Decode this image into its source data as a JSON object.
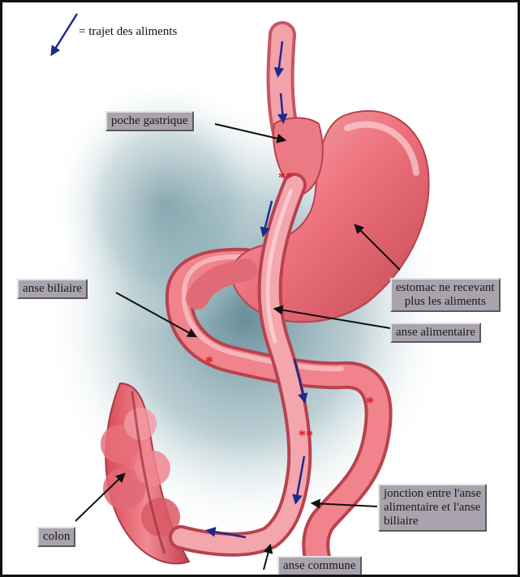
{
  "legend": {
    "text": "= trajet des aliments",
    "arrow_icon": "arrow-down-left-icon"
  },
  "labels": {
    "poche_gastrique": "poche gastrique",
    "anse_biliaire": "anse  biliaire",
    "estomac_line1": "estomac ne recevant",
    "estomac_line2": "plus les aliments",
    "anse_alimentaire": "anse alimentaire",
    "jonction_line1": "jonction entre l'anse",
    "jonction_line2": "alimentaire et l'anse",
    "jonction_line3": "biliaire",
    "colon": "colon",
    "anse_commune": "anse commune"
  },
  "colors": {
    "organ": "#e8707a",
    "organ_highlight": "#f6b0b6",
    "organ_shadow": "#b8424e",
    "background_shadow": "#7fa2ab",
    "flow_arrow": "#1e2a8a",
    "asterisk": "#d21e1e",
    "label_bg": "#a9a3ad"
  },
  "asterisks": [
    "**",
    "**",
    "*",
    "*"
  ]
}
